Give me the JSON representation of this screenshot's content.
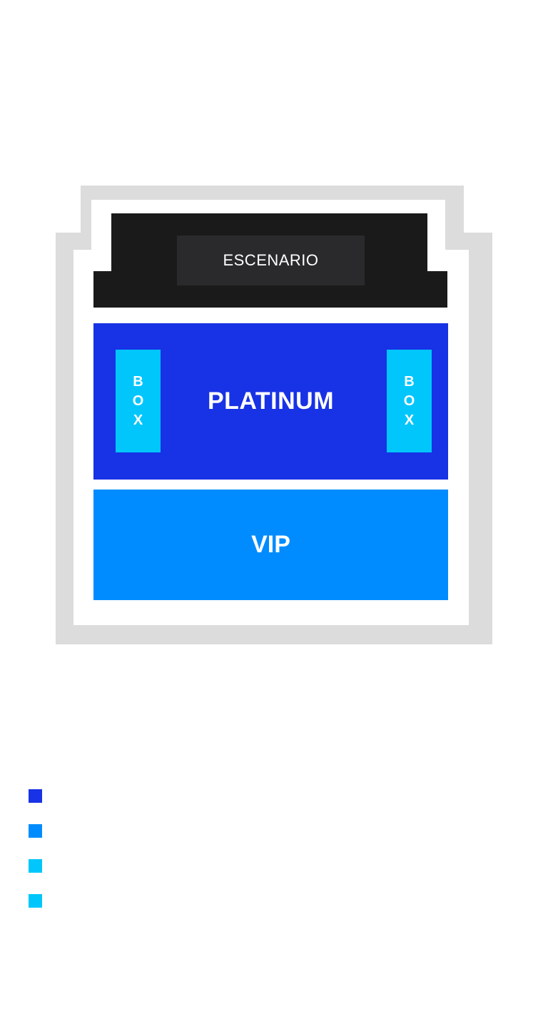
{
  "stage": {
    "label": "ESCENARIO",
    "color": "#1a1a1a",
    "label_bg": "#2a2a2c"
  },
  "outline": {
    "outer_color": "#dcdcdc",
    "inner_color": "#ffffff"
  },
  "zones": {
    "platinum": {
      "label": "PLATINUM",
      "color": "#1832e5"
    },
    "vip": {
      "label": "VIP",
      "color": "#008cff"
    },
    "box_left": {
      "letters": [
        "B",
        "O",
        "X"
      ],
      "color": "#00c6fc"
    },
    "box_right": {
      "letters": [
        "B",
        "O",
        "X"
      ],
      "color": "#00c6fc"
    }
  },
  "legend": {
    "items": [
      {
        "color": "#1832e5"
      },
      {
        "color": "#008cff"
      },
      {
        "color": "#00c6fc"
      },
      {
        "color": "#00c6fc"
      }
    ]
  }
}
